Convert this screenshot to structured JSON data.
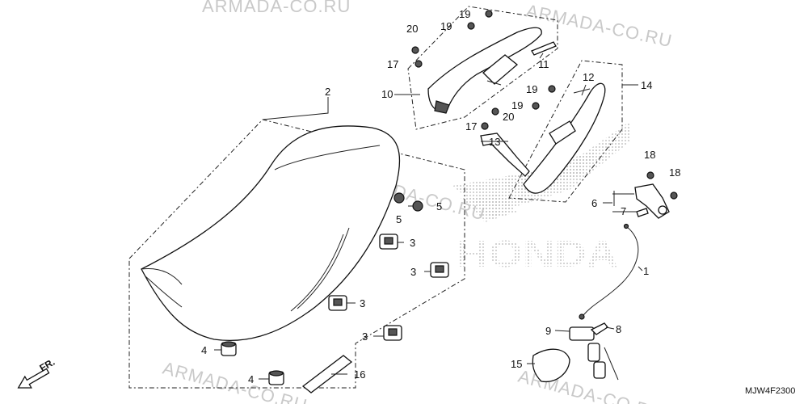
{
  "watermark": "ARMADA-CO.RU",
  "brand_text": "HONDA",
  "diagram_code": "MJW4F2300",
  "direction_label": "FR.",
  "callouts": {
    "c1": "1",
    "c2": "2",
    "c3a": "3",
    "c3b": "3",
    "c3c": "3",
    "c3d": "3",
    "c4a": "4",
    "c4b": "4",
    "c5a": "5",
    "c5b": "5",
    "c6": "6",
    "c7": "7",
    "c8": "8",
    "c9": "9",
    "c10": "10",
    "c11": "11",
    "c12": "12",
    "c13": "13",
    "c14": "14",
    "c15": "15",
    "c16": "16",
    "c17a": "17",
    "c17b": "17",
    "c18a": "18",
    "c18b": "18",
    "c19a": "19",
    "c19b": "19",
    "c19c": "19",
    "c19d": "19",
    "c20a": "20",
    "c20b": "20"
  }
}
